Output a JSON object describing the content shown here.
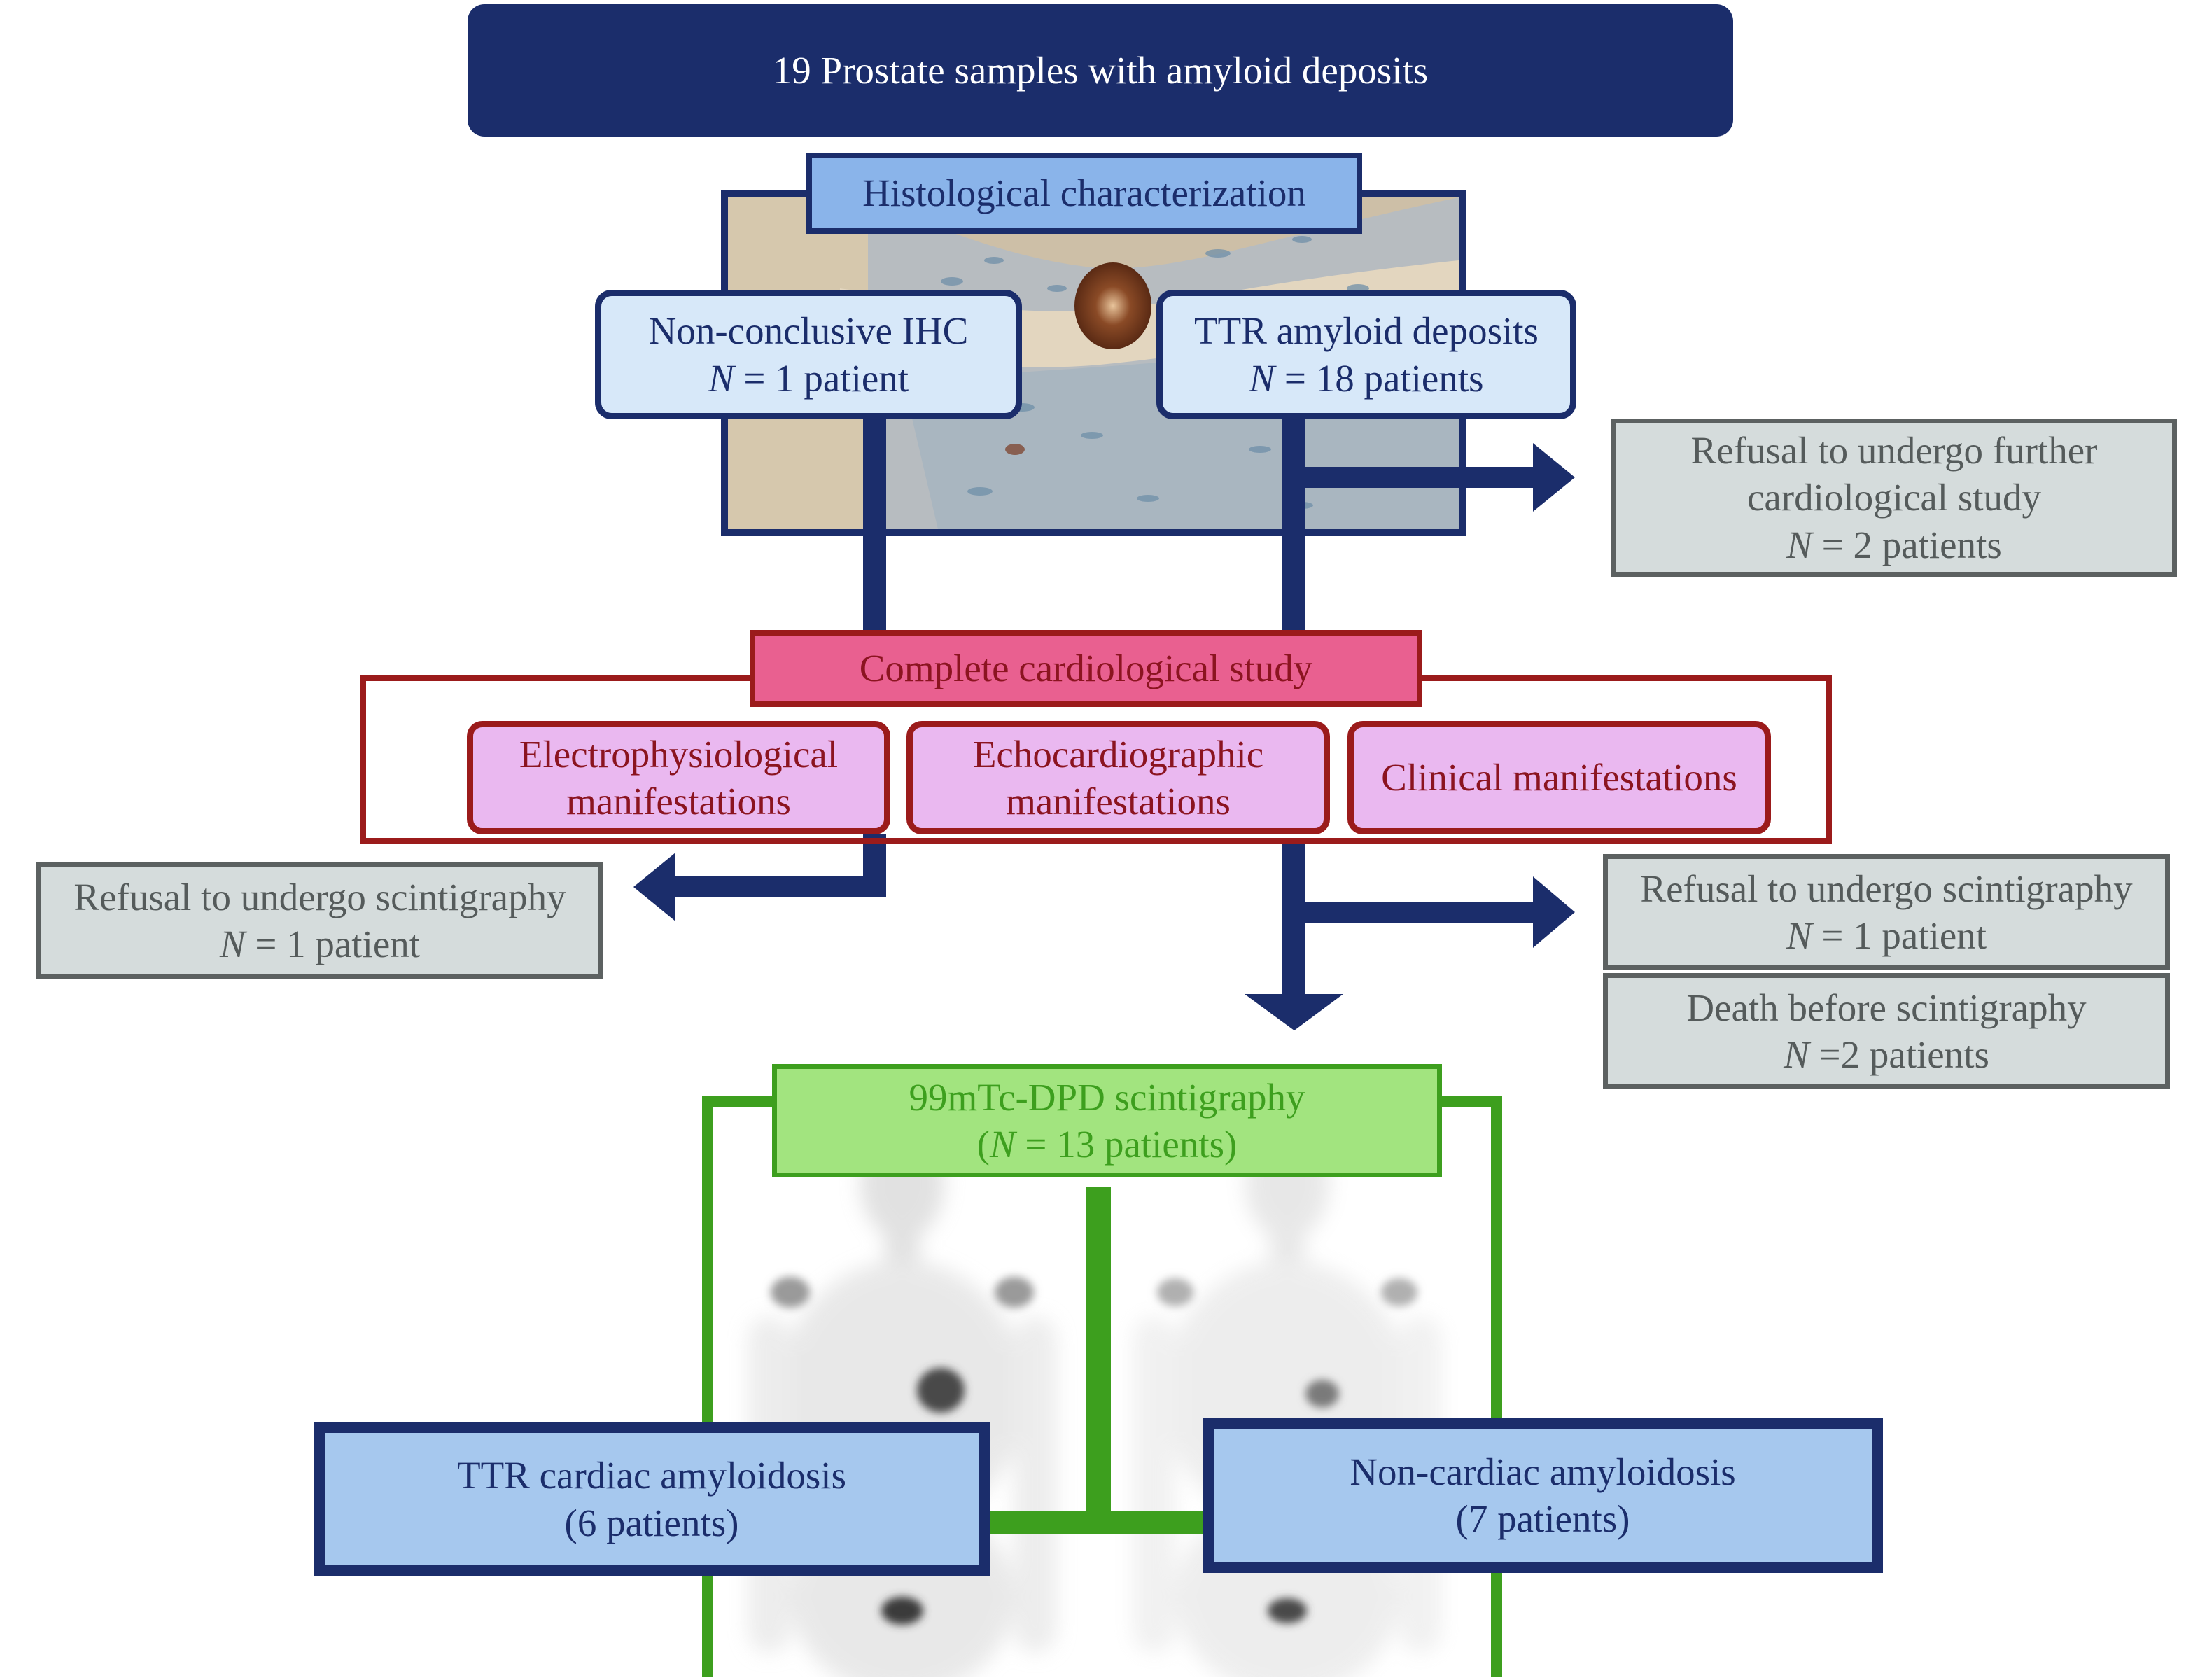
{
  "top": {
    "text": "19 Prostate samples with amyloid deposits"
  },
  "histology": {
    "label": "Histological characterization",
    "non_conclusive": {
      "line1": "Non-conclusive IHC",
      "n_var": "N",
      "n_rest": " = 1 patient"
    },
    "ttr_deposits": {
      "line1": "TTR amyloid deposits",
      "n_var": "N",
      "n_rest": " = 18 patients"
    }
  },
  "refusal_cardio": {
    "line1": "Refusal to undergo further",
    "line2": "cardiological study",
    "n_var": "N",
    "n_rest": " = 2 patients"
  },
  "cardio": {
    "label": "Complete cardiological study",
    "electro": {
      "line1": "Electrophysiological",
      "line2": "manifestations"
    },
    "echo": {
      "line1": "Echocardiographic",
      "line2": "manifestations"
    },
    "clinical": {
      "line1": "Clinical manifestations"
    }
  },
  "refusal_scinti_left": {
    "line1": "Refusal to undergo scintigraphy",
    "n_var": "N",
    "n_rest": " = 1 patient"
  },
  "refusal_scinti_right": {
    "line1": "Refusal to undergo scintigraphy",
    "n_var": "N",
    "n_rest": " = 1 patient"
  },
  "death": {
    "line1": "Death before scintigraphy",
    "n_var": "N",
    "n_rest": " =2 patients"
  },
  "scinti": {
    "line1": "99mTc-DPD scintigraphy",
    "open": "(",
    "n_var": "N",
    "n_rest": " = 13 patients)"
  },
  "outcome_ttr": {
    "line1": "TTR cardiac amyloidosis",
    "line2": "(6 patients)"
  },
  "outcome_non": {
    "line1": "Non-cardiac amyloidosis",
    "line2": "(7 patients)"
  },
  "colors": {
    "navy": "#1b2d6b",
    "red": "#9b1b1b",
    "pink": "#e96090",
    "green": "#3d9f1e",
    "grey": "#d5dcdc",
    "blue": "#a6c8ee"
  }
}
